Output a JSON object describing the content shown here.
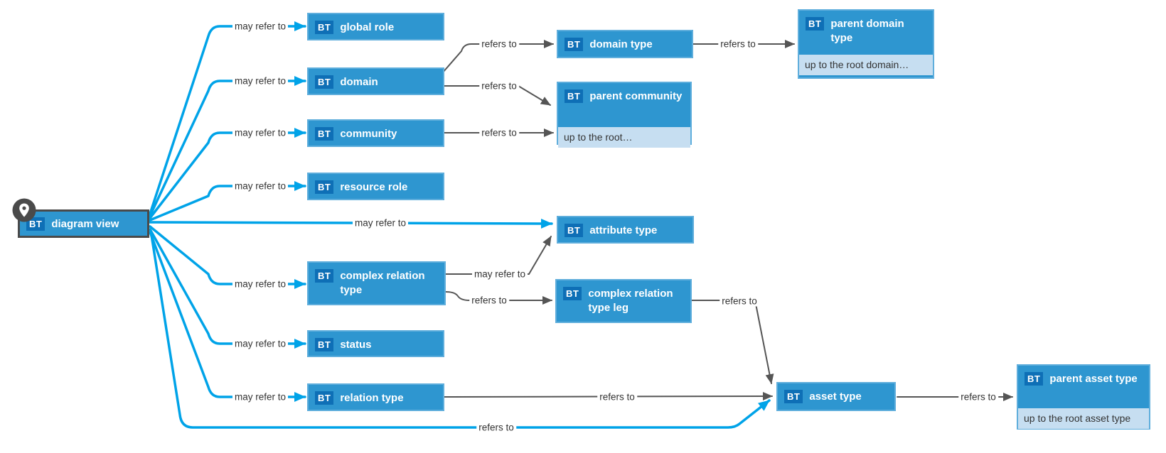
{
  "badge_label": "BT",
  "nodes": {
    "diagram_view": {
      "label": "diagram view"
    },
    "global_role": {
      "label": "global role"
    },
    "domain": {
      "label": "domain"
    },
    "community": {
      "label": "community"
    },
    "resource_role": {
      "label": "resource role"
    },
    "attribute_type": {
      "label": "attribute type"
    },
    "complex_relation_type": {
      "label": "complex relation type"
    },
    "status": {
      "label": "status"
    },
    "relation_type": {
      "label": "relation type"
    },
    "domain_type": {
      "label": "domain type"
    },
    "parent_community": {
      "label": "parent community",
      "note": "up to the root…"
    },
    "complex_relation_type_leg": {
      "label": "complex relation type leg"
    },
    "asset_type": {
      "label": "asset type"
    },
    "parent_domain_type": {
      "label": "parent domain type",
      "note": "up to the root domain…"
    },
    "parent_asset_type": {
      "label": "parent asset type",
      "note": "up to the root asset type"
    }
  },
  "edge_labels": {
    "may_refer_to": "may refer to",
    "refers_to": "refers to"
  },
  "colors": {
    "node_fill": "#2E96D0",
    "node_border": "#5FAEDC",
    "badge_bg": "#0E6FB6",
    "note_bg": "#C6DEF1",
    "edge_highlight": "#00A3E8",
    "edge_default": "#555555",
    "focus_border": "#4A4A4A",
    "pin_bg": "#4A4A4A",
    "edge_label_text": "#333333"
  }
}
